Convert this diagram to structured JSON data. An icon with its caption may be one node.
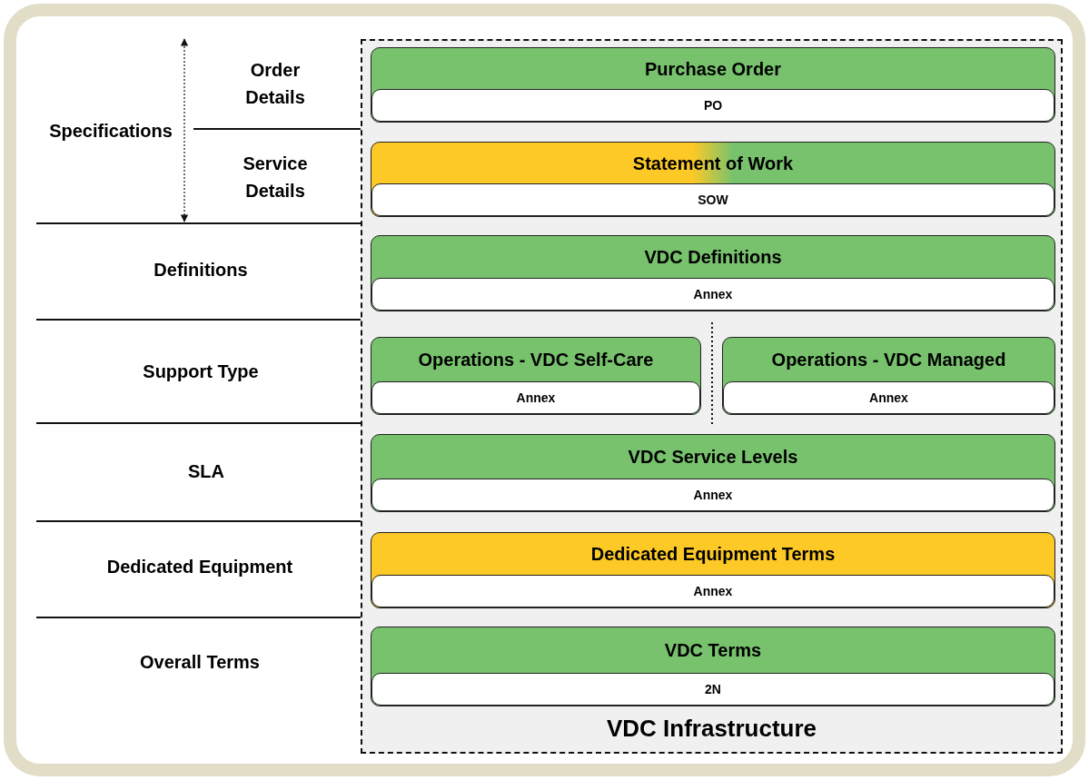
{
  "diagram": {
    "nodes": [
      {
        "text": [
          "VDC Infrastructure"
        ]
      },
      {
        "text": [
          "Purchase Order"
        ],
        "in": 0
      },
      {
        "text": [
          "PO"
        ],
        "in": 1
      },
      {
        "text": [
          "Statement of Work"
        ],
        "in": 0
      },
      {
        "text": [
          "SOW"
        ],
        "in": 3
      },
      {
        "text": [
          "VDC Definitions"
        ],
        "in": 0
      },
      {
        "text": [
          "Annex"
        ],
        "in": 5
      },
      {
        "text": [
          "Operations - VDC Self-Care"
        ],
        "in": 0
      },
      {
        "text": [
          "Annex"
        ],
        "in": 7
      },
      {
        "text": [
          "Operations - VDC Managed"
        ],
        "in": 0
      },
      {
        "text": [
          "Annex"
        ],
        "in": 9
      },
      {
        "text": [
          "VDC Service Levels"
        ],
        "in": 0
      },
      {
        "text": [
          "Annex"
        ],
        "in": 11
      },
      {
        "text": [
          "Dedicated Equipment Terms"
        ],
        "in": 0
      },
      {
        "text": [
          "Annex"
        ],
        "in": 13
      },
      {
        "text": [
          "VDC Terms"
        ],
        "in": 0
      },
      {
        "text": [
          "2N"
        ],
        "in": 15
      }
    ],
    "labels": [
      "Order Details",
      "Specifications",
      "Service Details",
      "Definitions",
      "Support Type",
      "SLA",
      "Dedicated Equipment",
      "Overall Terms"
    ]
  }
}
